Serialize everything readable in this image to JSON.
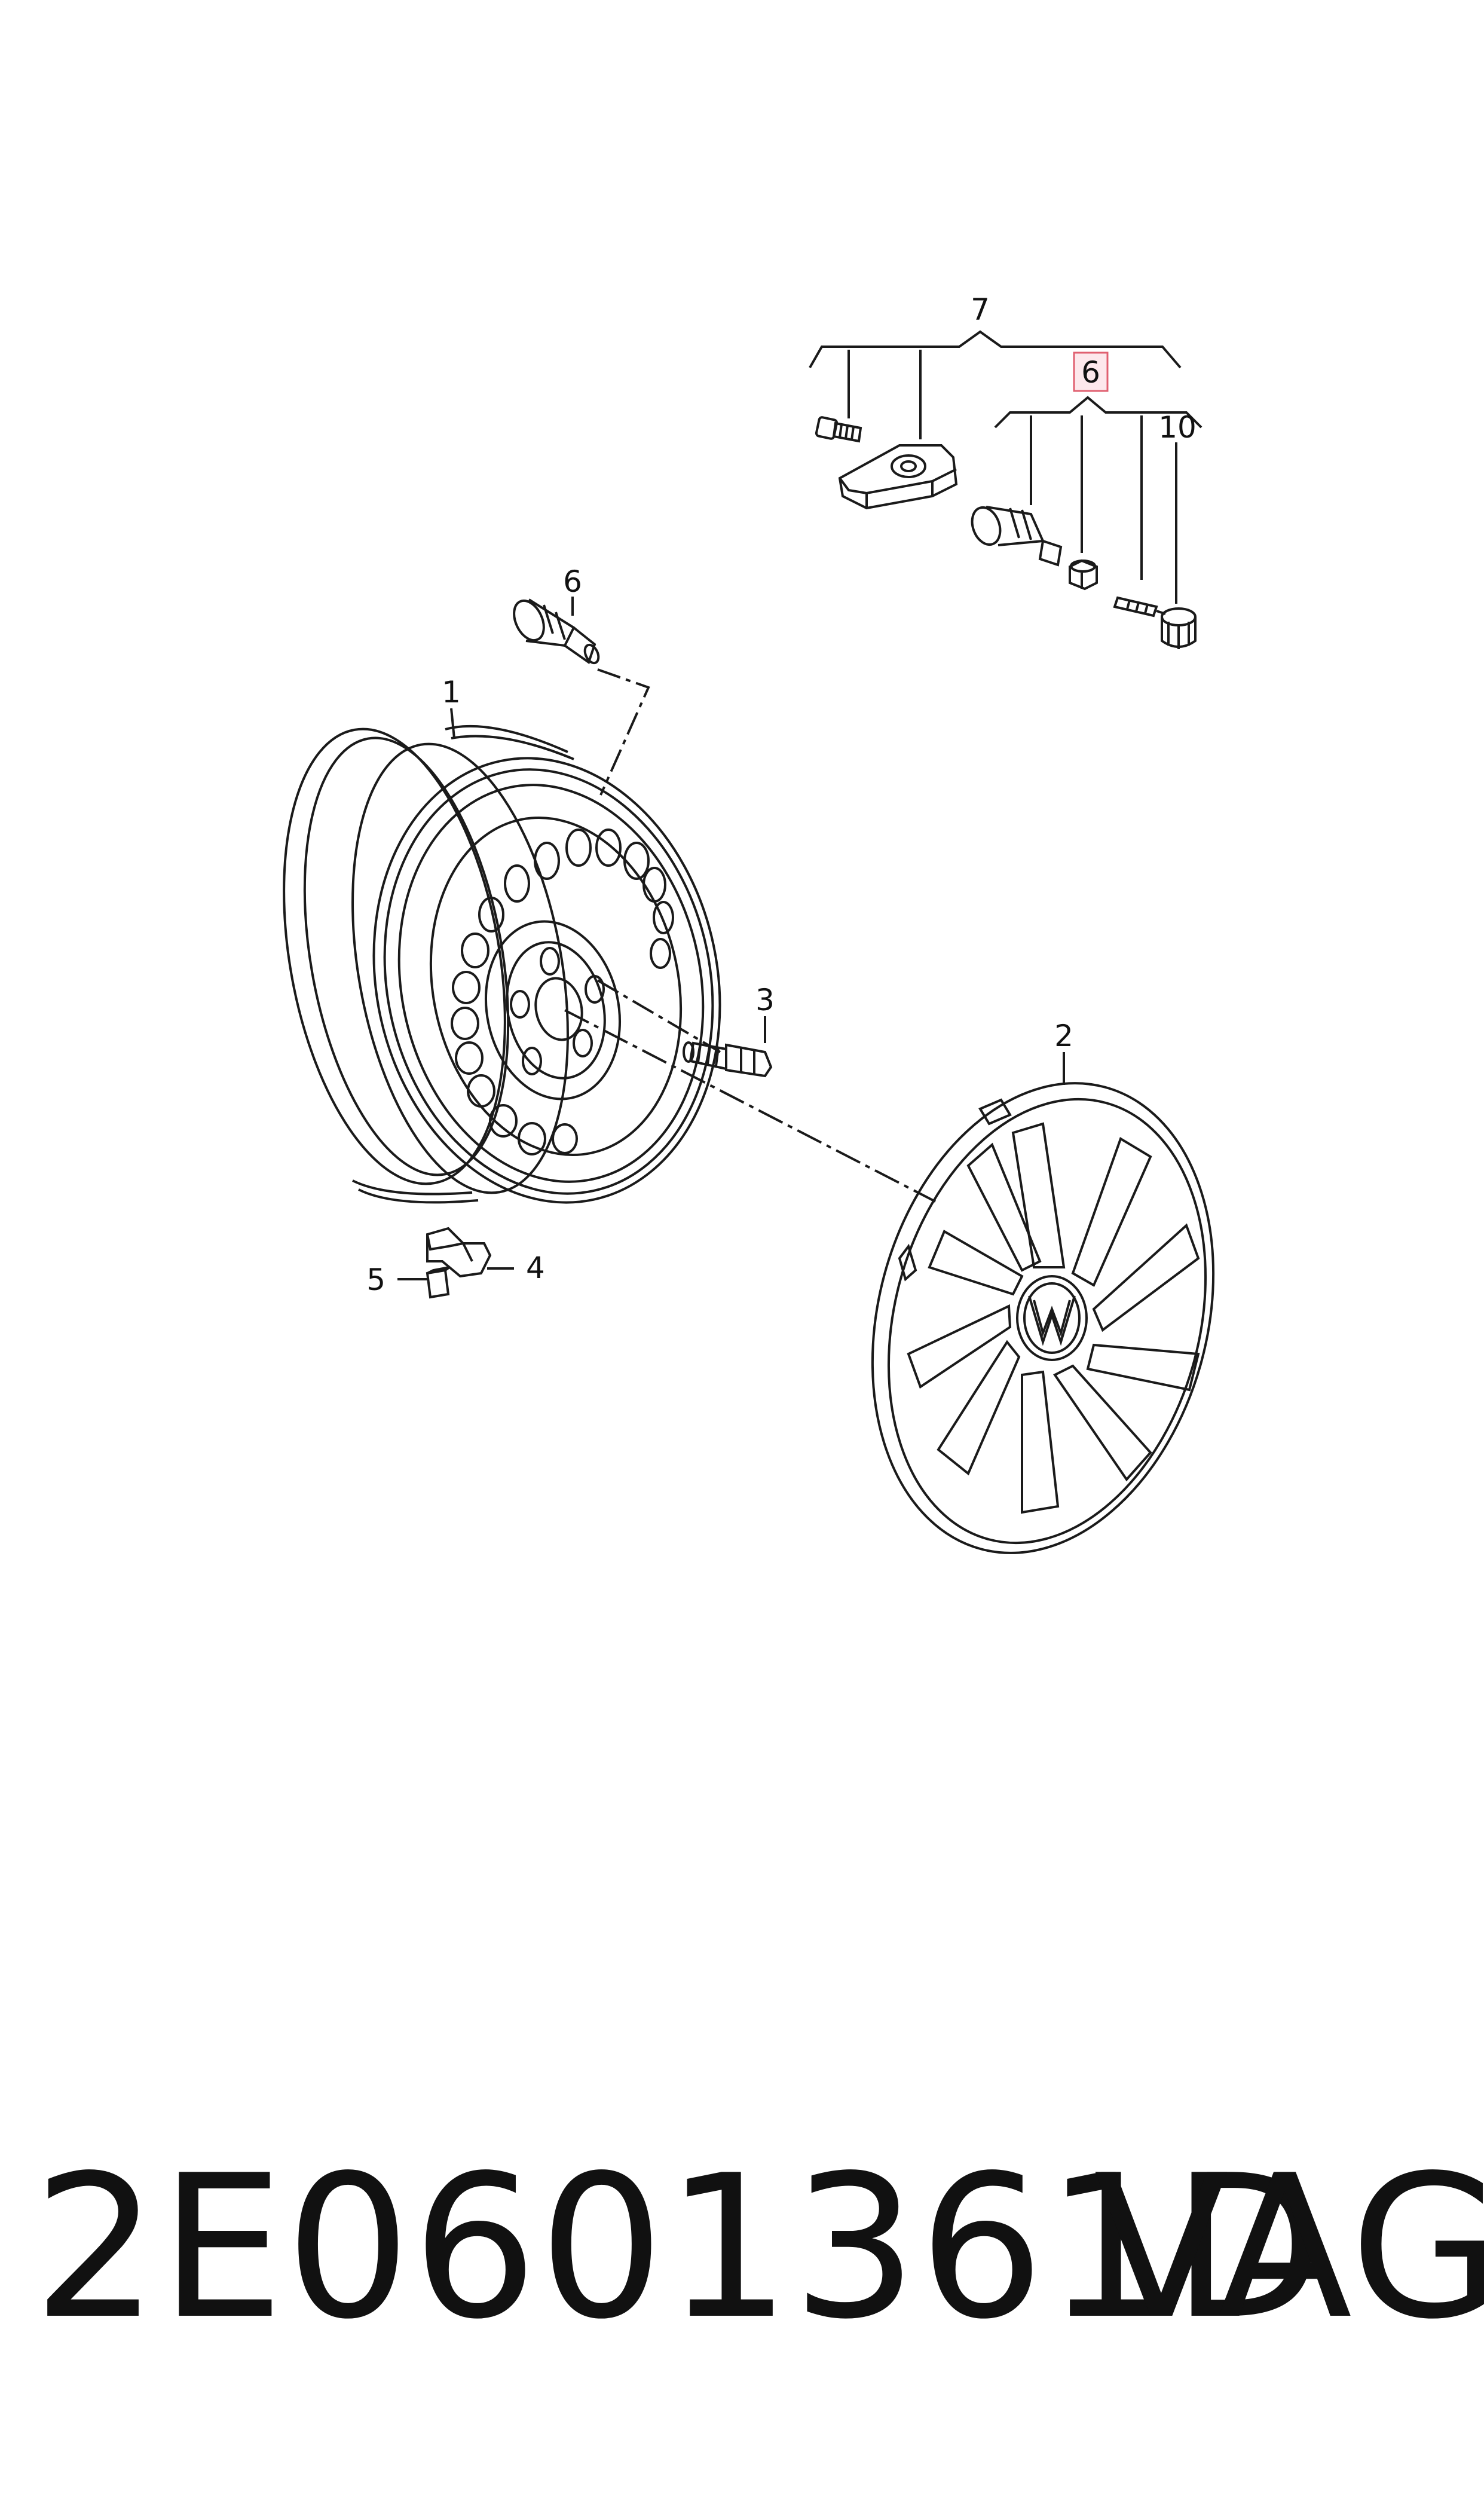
{
  "diagram": {
    "callouts": {
      "rim": "1",
      "wheel_cover": "2",
      "wheel_bolt": "3",
      "balance_weight": "4",
      "balance_weight_small": "5",
      "valve_top": "6",
      "valve_group": "6",
      "sensor_group": "7",
      "valve_cap": "10"
    },
    "highlighted_callout": "valve_group",
    "highlight_color": "#e06070",
    "line_color": "#1a1a1a"
  },
  "footer": {
    "part_number": "2E0601361D",
    "brand": "VAG"
  }
}
